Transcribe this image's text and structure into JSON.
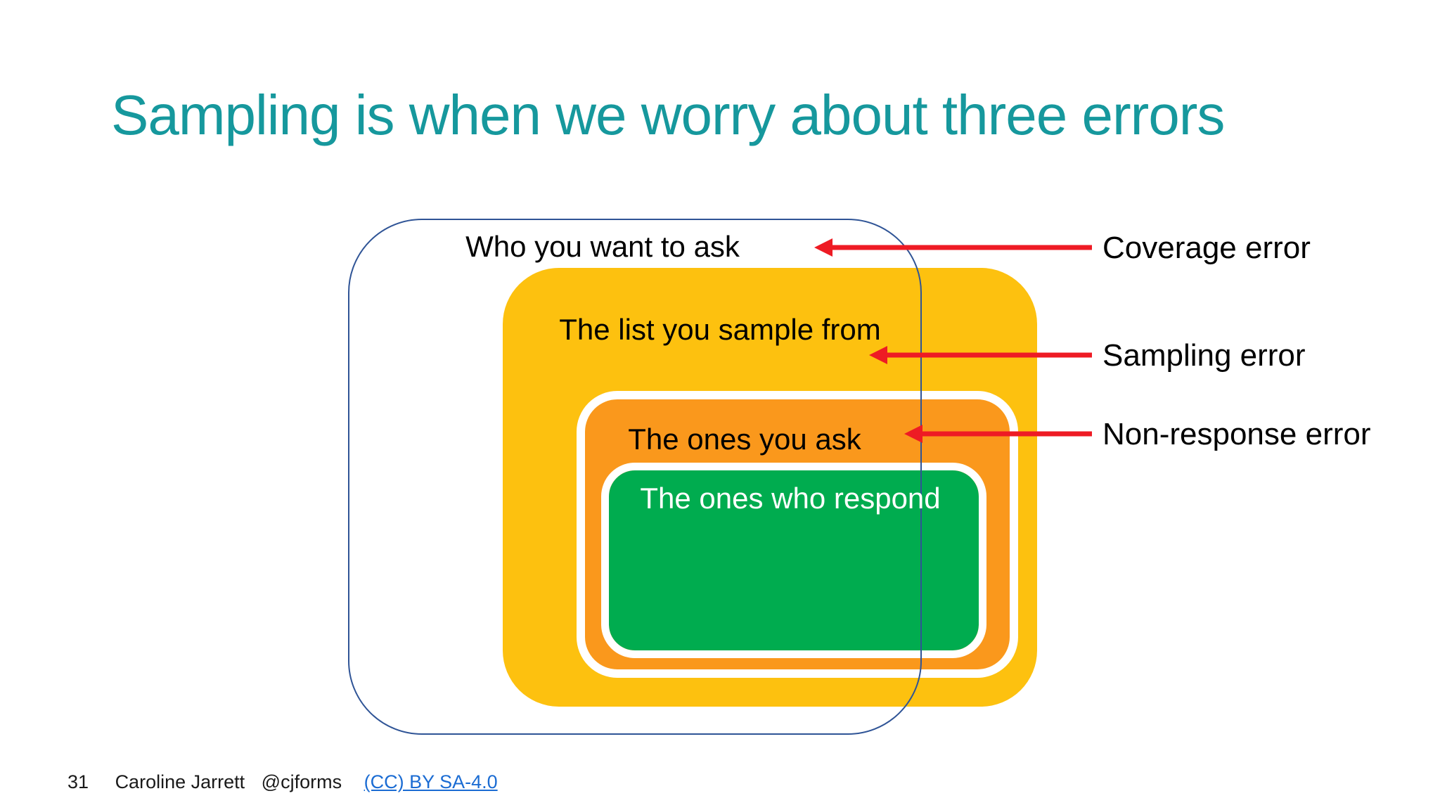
{
  "slide": {
    "title": "Sampling is when we worry about three errors",
    "title_color": "#16989D",
    "background_color": "#FFFFFF"
  },
  "diagram": {
    "rings": [
      {
        "id": "population",
        "label": "Who you want to ask",
        "fill": "#FFFFFF",
        "outline": "#2F5496",
        "text_color": "#000000"
      },
      {
        "id": "frame",
        "label": "The list you sample from",
        "fill": "#FDC10F",
        "outline": "none",
        "text_color": "#000000"
      },
      {
        "id": "sample",
        "label": "The ones you ask",
        "fill": "#FA981C",
        "outline": "#FFFFFF",
        "text_color": "#000000"
      },
      {
        "id": "respondents",
        "label": "The ones who respond",
        "fill": "#00AC4F",
        "outline": "#FFFFFF",
        "text_color": "#FFFFFF"
      }
    ],
    "arrows": [
      {
        "id": "coverage-arrow",
        "label": "Coverage error",
        "color": "#EE1B24"
      },
      {
        "id": "sampling-arrow",
        "label": "Sampling error",
        "color": "#EE1B24"
      },
      {
        "id": "non-response-arrow",
        "label": "Non-response error",
        "color": "#EE1B24"
      }
    ]
  },
  "footer": {
    "page_number": "31",
    "author": "Caroline Jarrett",
    "handle": "@cjforms",
    "license_link": "(CC) BY SA-4.0",
    "license_color": "#1B6CD3"
  }
}
